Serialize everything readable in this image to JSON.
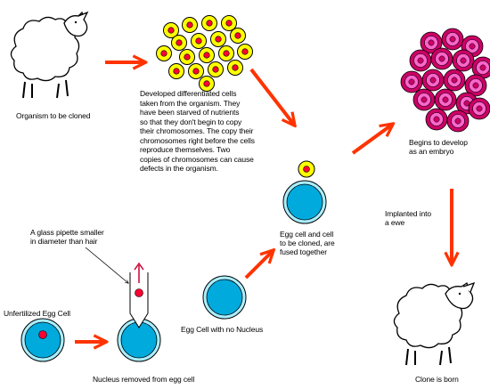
{
  "labels": {
    "organism": "Organism to be cloned",
    "cells_description": "Developed differentiated cells\ntaken from the organism.  They\nhave been starved of nutrients\nso that they don't begin to copy\ntheir chromosomes.  The copy their\nchromosomes right before the cells\nreproduce themselves.  Two\ncopies of chromosomes can cause\ndefects in the organism.",
    "embryo": "Begins to develop\nas an embryo",
    "implanted": "Implanted into\na ewe",
    "clone_born": "Clone is born",
    "fused": "Egg cell and cell\nto be cloned, are\nfused together",
    "pipette": "A glass pipette smaller\nin diameter than hair",
    "unfertilized": "Unfertilized Egg Cell",
    "nucleus_removed": "Nucleus removed from egg cell",
    "no_nucleus": "Egg Cell with no Nucleus"
  },
  "colors": {
    "arrow": "#ff3300",
    "cell_yellow": "#ffff00",
    "nucleus_red": "#ff0033",
    "embryo_magenta": "#cc0066",
    "embryo_pink": "#ff66cc",
    "egg_cyan": "#aaeeff",
    "egg_inner_blue": "#00aadd",
    "pipette_arrow": "#cc0033"
  }
}
